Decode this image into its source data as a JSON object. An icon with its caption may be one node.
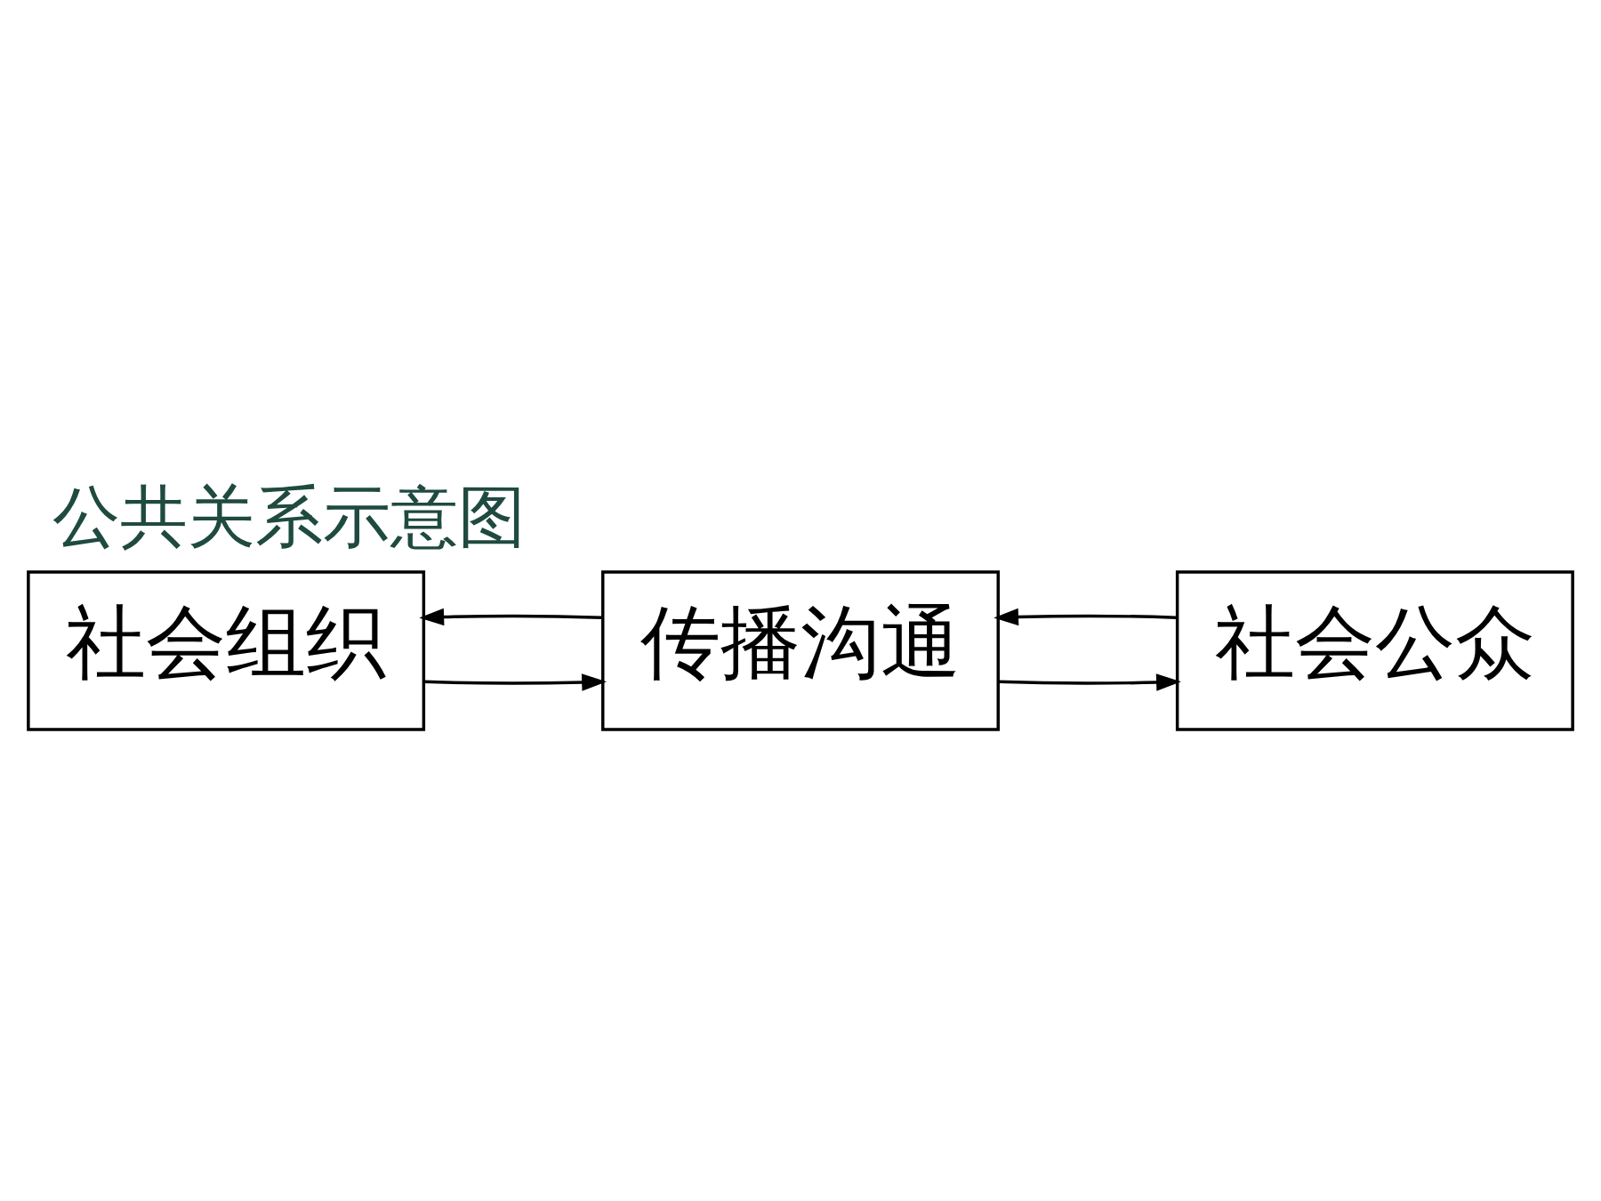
{
  "diagram": {
    "title": "公共关系示意图",
    "nodes": [
      {
        "text": [
          "社会组织"
        ]
      },
      {
        "text": [
          "传播沟通"
        ]
      },
      {
        "text": [
          "社会公众"
        ]
      }
    ],
    "edges": [
      {
        "from": 0,
        "to": 1,
        "arrow": "to"
      },
      {
        "from": 1,
        "to": 0,
        "arrow": "to"
      },
      {
        "from": 1,
        "to": 2,
        "arrow": "to"
      },
      {
        "from": 2,
        "to": 1,
        "arrow": "to"
      }
    ]
  }
}
